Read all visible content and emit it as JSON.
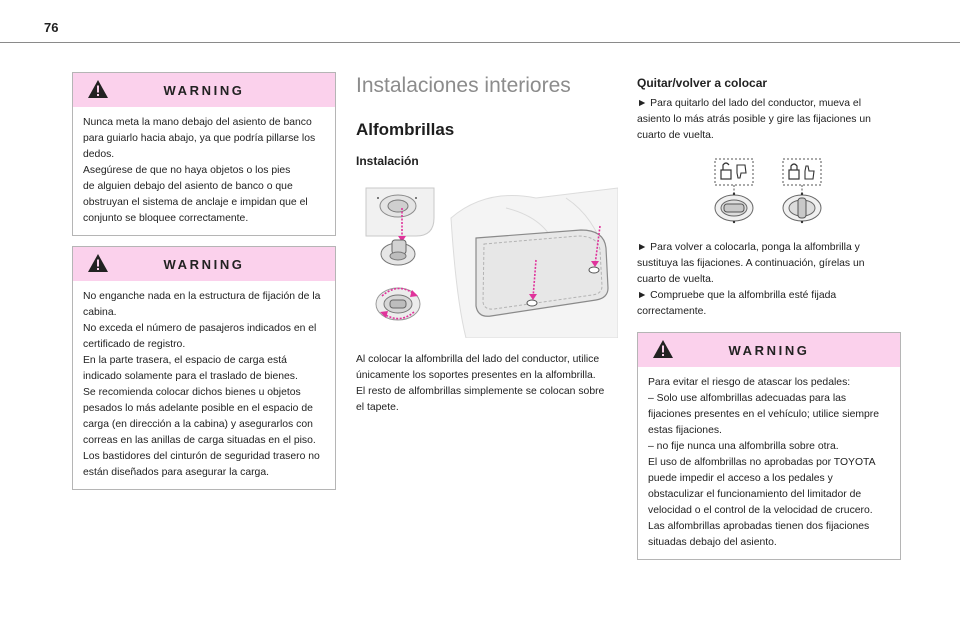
{
  "page": {
    "number": "76"
  },
  "warnings": [
    {
      "title": "WARNING",
      "lines": [
        "Nunca meta la mano debajo del asiento de banco",
        "para guiarlo hacia abajo, ya que podría pillarse los",
        "dedos.",
        "Asegúrese de que no haya objetos o los pies",
        "de alguien debajo del asiento de banco o que",
        "obstruyan el sistema de anclaje e impidan que el",
        "conjunto se bloquee correctamente."
      ]
    },
    {
      "title": "WARNING",
      "lines": [
        "No enganche nada en la estructura de fijación de la",
        "cabina.",
        "No exceda el número de pasajeros indicados en el",
        "certificado de registro.",
        "En la parte trasera, el espacio de carga está",
        "indicado solamente para el traslado de bienes.",
        "Se recomienda colocar dichos bienes u objetos",
        "pesados lo más adelante posible en el espacio de",
        "carga (en dirección a la cabina) y asegurarlos con",
        "correas en las anillas de carga situadas en el piso.",
        "Los bastidores del cinturón de seguridad trasero no",
        "están diseñados para asegurar la carga."
      ]
    },
    {
      "title": "WARNING",
      "lines": [
        "Para evitar el riesgo de atascar los pedales:",
        "–  Solo use alfombrillas adecuadas para las",
        "fijaciones presentes en el vehículo; utilice siempre",
        "estas fijaciones.",
        "–  no fije nunca una alfombrilla sobre otra.",
        "El uso de alfombrillas no aprobadas por TOYOTA",
        "puede impedir el acceso a los pedales y",
        "obstaculizar el funcionamiento del limitador de",
        "velocidad o el control de la velocidad de crucero.",
        "Las alfombrillas aprobadas tienen dos fijaciones",
        "situadas debajo del asiento."
      ]
    }
  ],
  "middle": {
    "section_title": "Instalaciones interiores",
    "subtitle": "Alfombrillas",
    "install_heading": "Instalación",
    "caption_lines": [
      "Al colocar la alfombrilla del lado del conductor, utilice",
      "únicamente los soportes presentes en la alfombrilla.",
      "El resto de alfombrillas simplemente se colocan sobre",
      "el tapete."
    ]
  },
  "right": {
    "heading": "Quitar/volver a colocar",
    "step1_lines": [
      "►  Para quitarlo del lado del conductor, mueva el",
      "asiento lo más atrás posible y gire las fijaciones un",
      "cuarto de vuelta."
    ],
    "step2_lines": [
      "►  Para volver a colocarla, ponga la alfombrilla y",
      "sustituya las fijaciones. A continuación, gírelas un",
      "cuarto de vuelta.",
      "►  Compruebe que la alfombrilla esté fijada",
      "correctamente."
    ]
  },
  "colors": {
    "warning_header": "#fbd1ec",
    "accent_magenta": "#e0339b",
    "rule": "#8a8a8a",
    "heading_grey": "#8c8c8c"
  },
  "icons": [
    "warning-triangle-icon",
    "unlock-thumbs-down-icon",
    "lock-thumbs-up-icon",
    "fastener-horizontal-icon",
    "fastener-vertical-icon"
  ]
}
